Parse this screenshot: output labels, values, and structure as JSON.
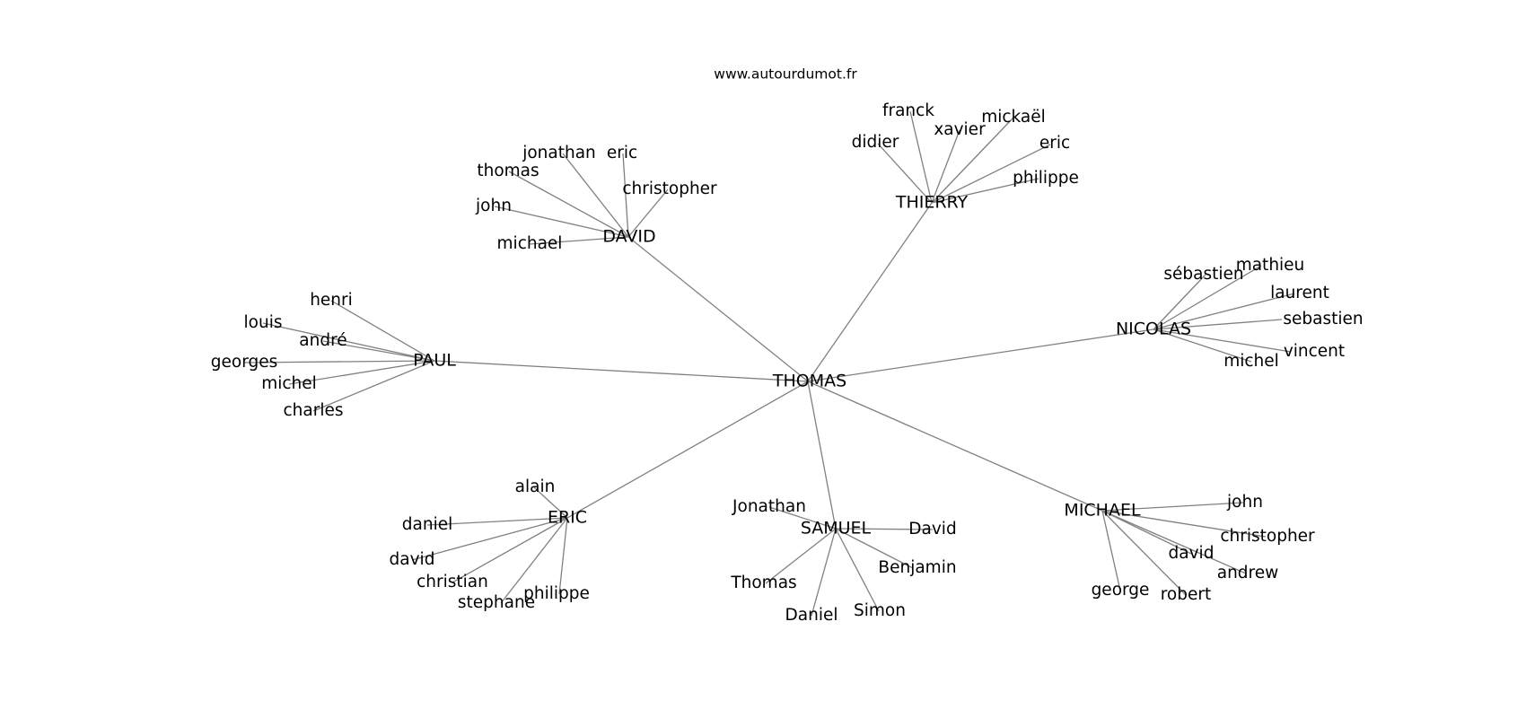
{
  "credit": "www.autourdumot.fr",
  "root": "THOMAS",
  "clusters": [
    {
      "key": "david",
      "label": "DAVID",
      "leaves": [
        "jonathan",
        "eric",
        "thomas",
        "christopher",
        "john",
        "michael"
      ]
    },
    {
      "key": "thierry",
      "label": "THIERRY",
      "leaves": [
        "franck",
        "xavier",
        "mickaël",
        "didier",
        "eric",
        "philippe"
      ]
    },
    {
      "key": "paul",
      "label": "PAUL",
      "leaves": [
        "henri",
        "louis",
        "andré",
        "georges",
        "michel",
        "charles"
      ]
    },
    {
      "key": "nicolas",
      "label": "NICOLAS",
      "leaves": [
        "sébastien",
        "mathieu",
        "laurent",
        "sebastien",
        "vincent",
        "michel"
      ]
    },
    {
      "key": "eric",
      "label": "ERIC",
      "leaves": [
        "alain",
        "daniel",
        "david",
        "christian",
        "stephane",
        "philippe"
      ]
    },
    {
      "key": "samuel",
      "label": "SAMUEL",
      "leaves": [
        "Jonathan",
        "David",
        "Benjamin",
        "Thomas",
        "Daniel",
        "Simon"
      ]
    },
    {
      "key": "michael",
      "label": "MICHAEL",
      "leaves": [
        "john",
        "christopher",
        "david",
        "andrew",
        "george",
        "robert"
      ]
    }
  ]
}
